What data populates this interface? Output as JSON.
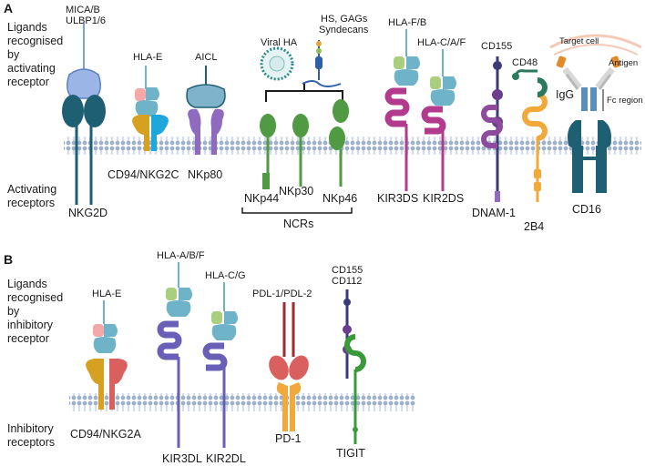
{
  "panel_a": {
    "letter": "A",
    "ligand_side_label": [
      "Ligands",
      "recognised",
      "by",
      "activating",
      "receptor"
    ],
    "receptor_side_label": [
      "Activating",
      "receptors"
    ],
    "ligands": {
      "nkg2d": [
        "MICA/B",
        "ULBP1/6"
      ],
      "cd94_nkg2c": "HLA-E",
      "nkp80": "AICL",
      "viral_ha": "Viral HA",
      "hs_gags": [
        "HS, GAGs",
        "Syndecans"
      ],
      "kir3ds": "HLA-F/B",
      "kir2ds": "HLA-C/A/F",
      "dnam1": "CD155",
      "cd2b4": "CD48",
      "target_cell": "Target cell",
      "antigen": "Antigen",
      "igg": "IgG",
      "fc_region": "Fc region"
    },
    "receptors": {
      "nkg2d": "NKG2D",
      "cd94_nkg2c": "CD94/NKG2C",
      "nkp80": "NKp80",
      "nkp44": "NKp44",
      "nkp30": "NKp30",
      "nkp46": "NKp46",
      "ncrs": "NCRs",
      "kir3ds": "KIR3DS",
      "kir2ds": "KIR2DS",
      "dnam1": "DNAM-1",
      "cd2b4": "2B4",
      "cd16": "CD16"
    }
  },
  "panel_b": {
    "letter": "B",
    "ligand_side_label": [
      "Ligands",
      "recognised",
      "by",
      "inhibitory",
      "receptor"
    ],
    "receptor_side_label": [
      "Inhibitory",
      "receptors"
    ],
    "ligands": {
      "nkg2a": "HLA-E",
      "kir3dl": "HLA-A/B/F",
      "kir2dl": "HLA-C/G",
      "pd1": "PDL-1/PDL-2",
      "tigit": [
        "CD155",
        "CD112"
      ]
    },
    "receptors": {
      "nkg2a": "CD94/NKG2A",
      "kir3dl": "KIR3DL",
      "kir2dl": "KIR2DL",
      "pd1": "PD-1",
      "tigit": "TIGIT"
    }
  },
  "colors": {
    "membrane": "#b7c4d6",
    "nkg2d": "#1e5f74",
    "mica": "#7f9fd9",
    "hla_heavy": "#6fb3c9",
    "hla_light": "#f4a9a8",
    "hla_peptide": "#a8cf7e",
    "cd94": "#d6a020",
    "nkg2c": "#1ea7dc",
    "nkp80": "#8e6bbf",
    "ncr": "#4f9a43",
    "kir_active": "#b33b8e",
    "kir_inhib": "#6a5fb6",
    "dnam1": "#6a3e8c",
    "cd2b4": "#f2a93b",
    "cd48": "#2a7a5e",
    "cd16": "#1e5f74",
    "igg": "#5b8fb9",
    "nkg2a": "#d9605e",
    "pd1": "#f2a93b",
    "pdl1": "#9e2a2f",
    "tigit": "#3a9a3a",
    "cd155": "#3b3a7a"
  }
}
